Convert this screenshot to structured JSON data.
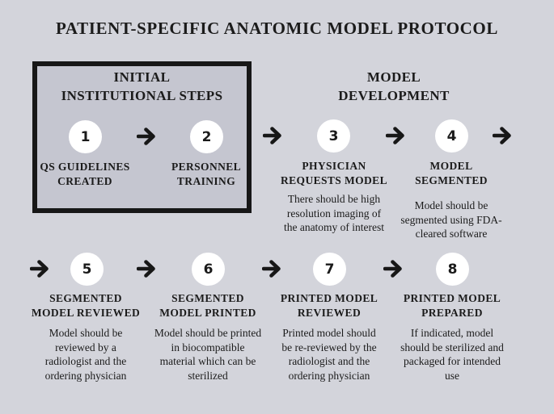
{
  "title": "PATIENT-SPECIFIC ANATOMIC MODEL PROTOCOL",
  "colors": {
    "page_background": "#d3d4db",
    "box_fill": "#c5c6d0",
    "box_border": "#171717",
    "circle_fill": "#ffffff",
    "text": "#1b1b1b"
  },
  "icons": {
    "flow_arrow": "right-arrow"
  },
  "sections": [
    {
      "heading": "INITIAL\nINSTITUTIONAL STEPS"
    },
    {
      "heading": "MODEL\nDEVELOPMENT"
    }
  ],
  "steps": [
    {
      "number": "1",
      "label": "QS GUIDELINES\nCREATED",
      "description": ""
    },
    {
      "number": "2",
      "label": "PERSONNEL\nTRAINING",
      "description": ""
    },
    {
      "number": "3",
      "label": "PHYSICIAN\nREQUESTS MODEL",
      "description": "There should be high\nresolution imaging of\nthe anatomy of interest"
    },
    {
      "number": "4",
      "label": "MODEL\nSEGMENTED",
      "description": "Model should be\nsegmented using FDA-\ncleared software"
    },
    {
      "number": "5",
      "label": "SEGMENTED\nMODEL REVIEWED",
      "description": "Model should be\nreviewed by a\nradiologist and the\nordering physician"
    },
    {
      "number": "6",
      "label": "SEGMENTED\nMODEL PRINTED",
      "description": "Model should be printed\nin biocompatible\nmaterial which can be\nsterilized"
    },
    {
      "number": "7",
      "label": "PRINTED MODEL\nREVIEWED",
      "description": "Printed model should\nbe re-reviewed by the\nradiologist and the\nordering physician"
    },
    {
      "number": "8",
      "label": "PRINTED MODEL\nPREPARED",
      "description": "If indicated, model\nshould be sterilized and\npackaged for intended\nuse"
    }
  ]
}
